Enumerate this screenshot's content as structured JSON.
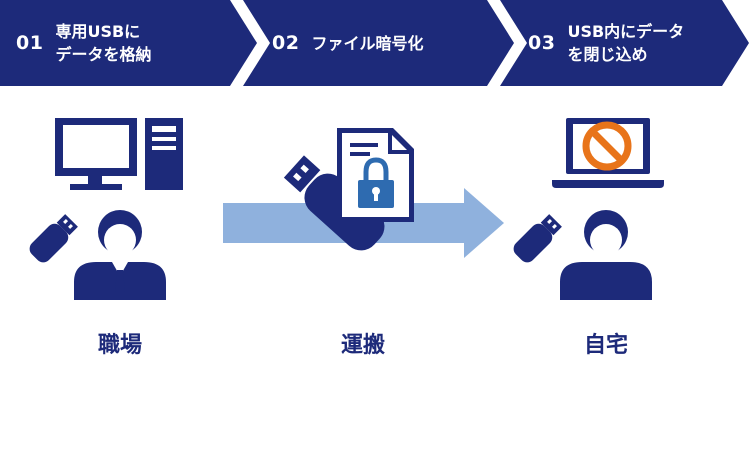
{
  "steps": [
    {
      "number": "01",
      "title": "専用USBに\nデータを格納"
    },
    {
      "number": "02",
      "title": "ファイル暗号化"
    },
    {
      "number": "03",
      "title": "USB内にデータ\nを閉じ込め"
    }
  ],
  "captions": {
    "workplace": "職場",
    "transport": "運搬",
    "home": "自宅"
  },
  "colors": {
    "navy": "#1d2a7a",
    "light_blue": "#8fb1dd",
    "lock_blue": "#2e6bb0",
    "prohibit_orange": "#e8741a"
  },
  "icons": [
    "desktop-pc-icon",
    "usb-drive-icon",
    "person-icon",
    "arrow-right-icon",
    "locked-document-icon",
    "laptop-icon",
    "prohibited-icon"
  ]
}
